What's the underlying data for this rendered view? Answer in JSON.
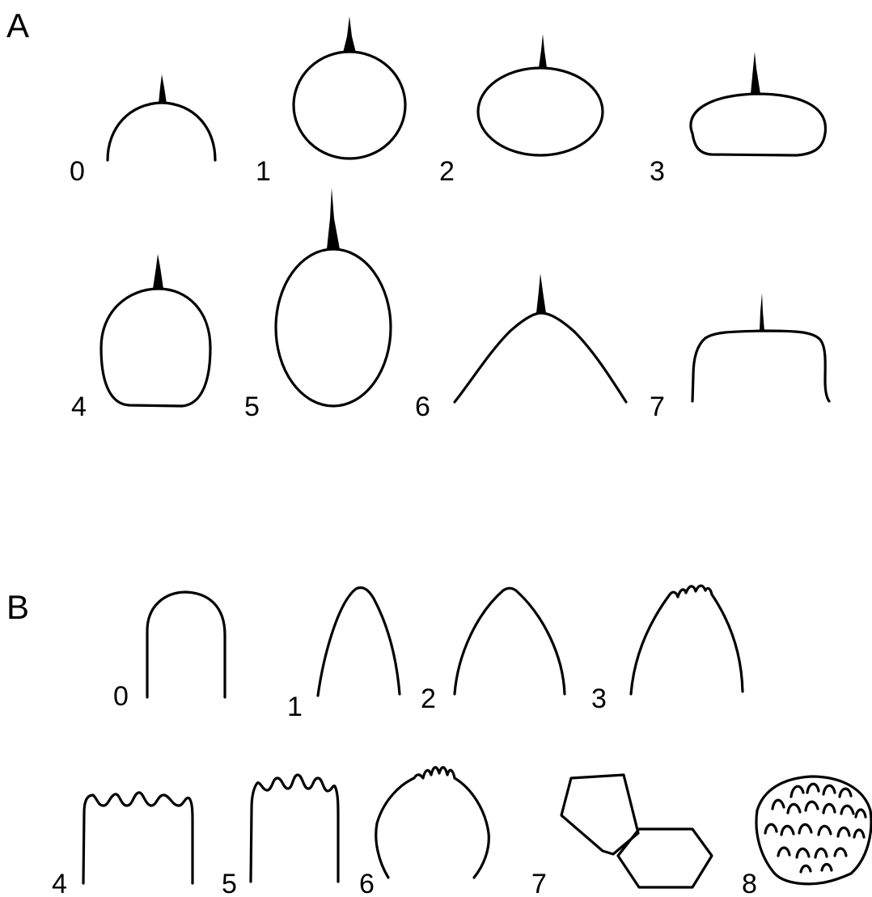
{
  "panels": [
    {
      "label": "A",
      "items": [
        "0",
        "1",
        "2",
        "3",
        "4",
        "5",
        "6",
        "7"
      ]
    },
    {
      "label": "B",
      "items": [
        "0",
        "1",
        "2",
        "3",
        "4",
        "5",
        "6",
        "7",
        "8"
      ]
    }
  ]
}
